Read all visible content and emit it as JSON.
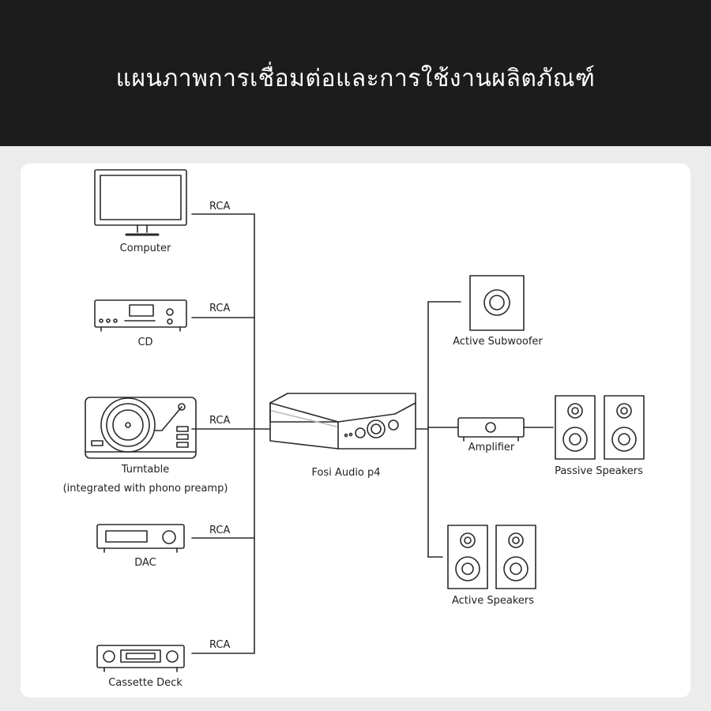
{
  "header": {
    "title": "แผนภาพการเชื่อมต่อและการใช้งานผลิตภัณฑ์"
  },
  "connection_label": "RCA",
  "sources": [
    {
      "id": "computer",
      "label": "Computer"
    },
    {
      "id": "cd",
      "label": "CD"
    },
    {
      "id": "turntable",
      "label": "Turntable",
      "sublabel": "(integrated with phono preamp)"
    },
    {
      "id": "dac",
      "label": "DAC"
    },
    {
      "id": "cassette",
      "label": "Cassette Deck"
    }
  ],
  "center_device": {
    "label": "Fosi Audio p4"
  },
  "outputs": {
    "subwoofer": "Active Subwoofer",
    "amplifier": "Amplifier",
    "passive_speakers": "Passive Speakers",
    "active_speakers": "Active Speakers"
  }
}
